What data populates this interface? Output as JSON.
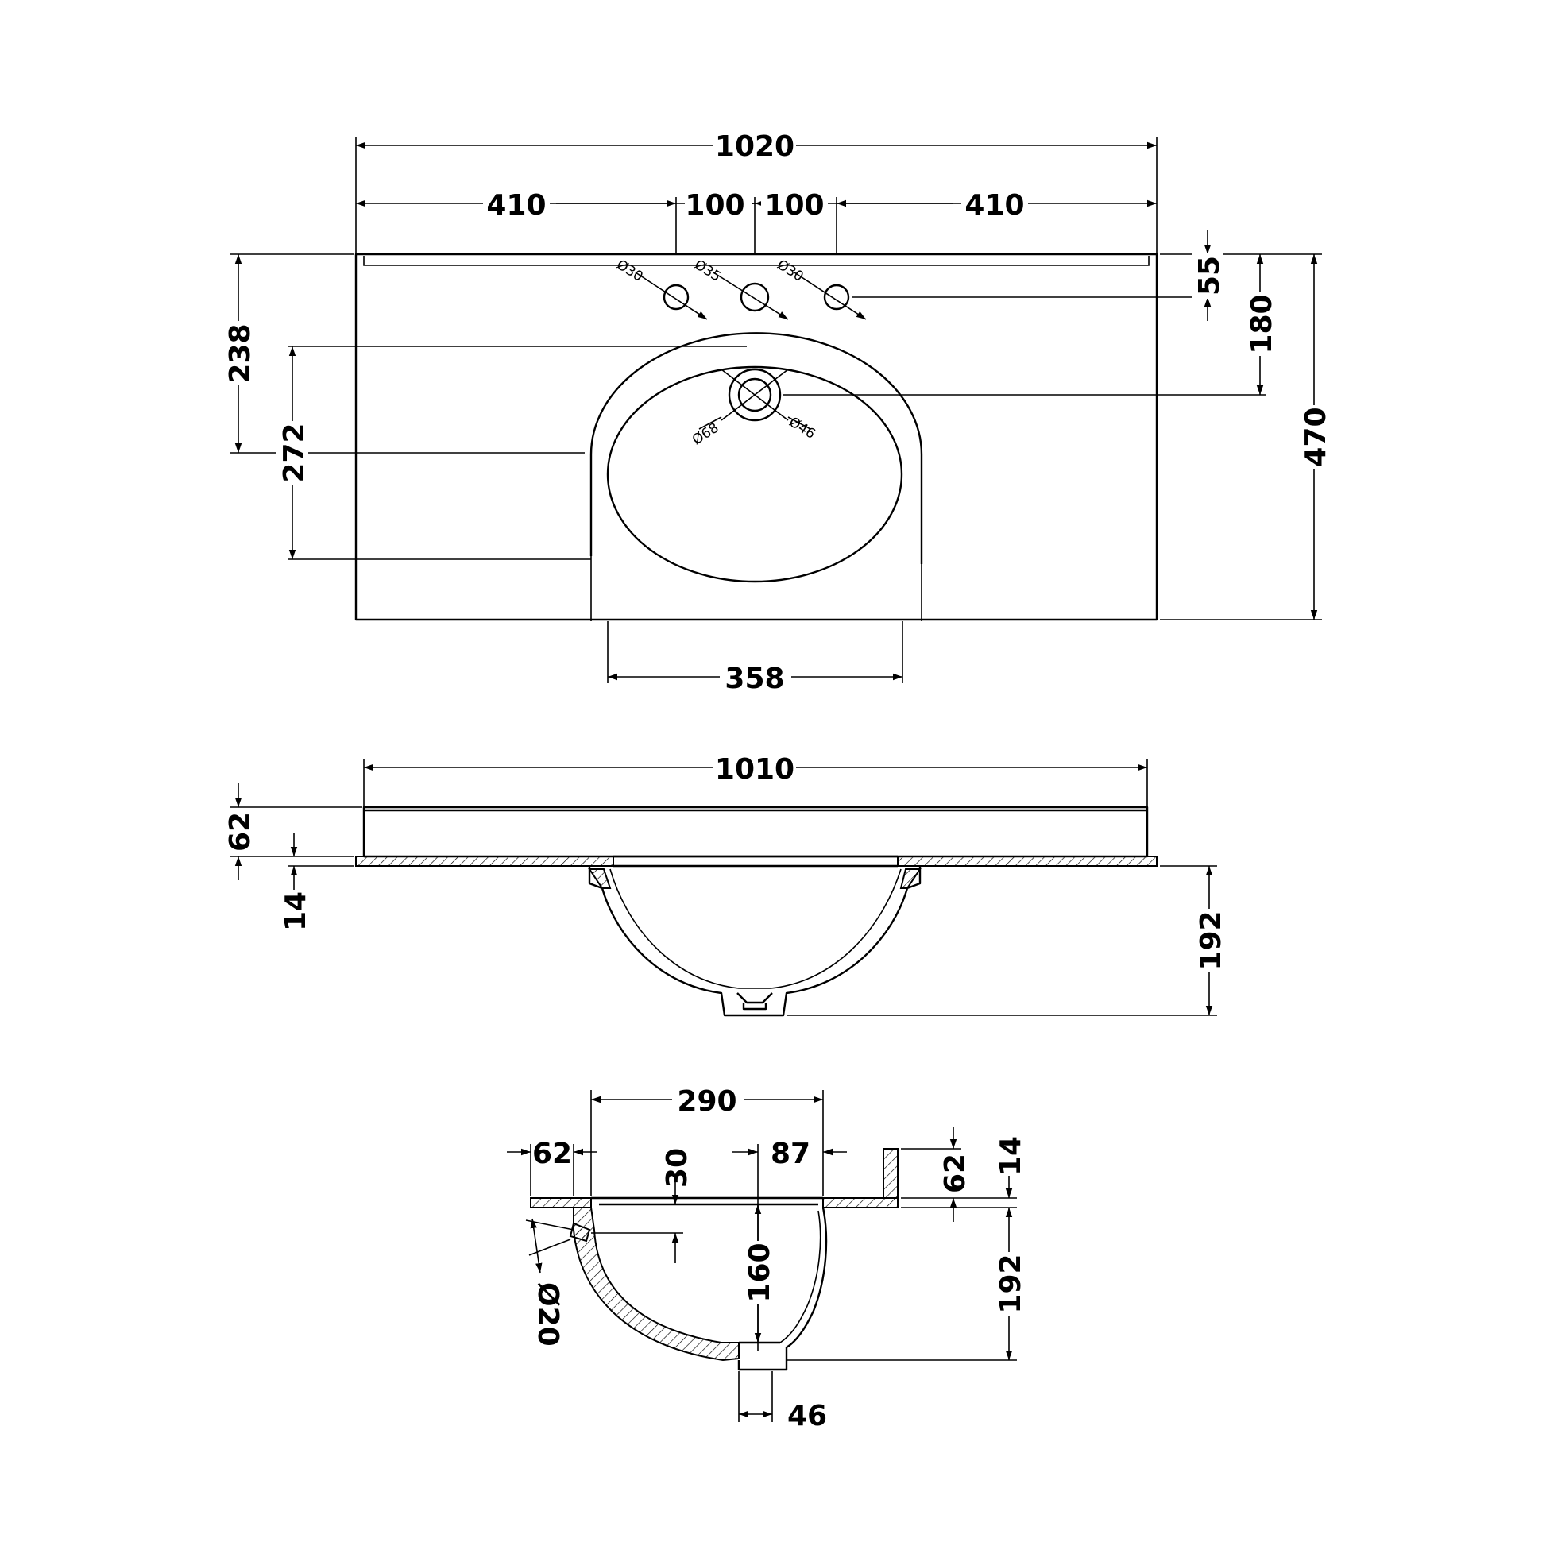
{
  "plan": {
    "overall_width": "1020",
    "hole_spacing_left": "410",
    "hole_spacing_mid_left": "100",
    "hole_spacing_mid_right": "100",
    "hole_spacing_right": "410",
    "tap_hole_left": "Ø30",
    "tap_hole_centre": "Ø35",
    "tap_hole_right": "Ø30",
    "waste_outer": "Ø68",
    "waste_inner": "Ø46",
    "back_to_taps": "55",
    "back_to_waste": "180",
    "overall_depth": "470",
    "back_to_bowl_centre": "238",
    "bowl_depth": "272",
    "bowl_width": "358"
  },
  "front": {
    "top_width": "1010",
    "upstand_height": "62",
    "top_thickness": "14",
    "bowl_height": "192"
  },
  "section": {
    "bowl_width": "290",
    "upstand_height": "62",
    "rim_offset": "30",
    "right_offset": "87",
    "overflow": "Ø20",
    "inner_depth": "160",
    "upstand_side": "62",
    "top_thickness": "14",
    "overall_height": "192",
    "waste_width": "46"
  }
}
